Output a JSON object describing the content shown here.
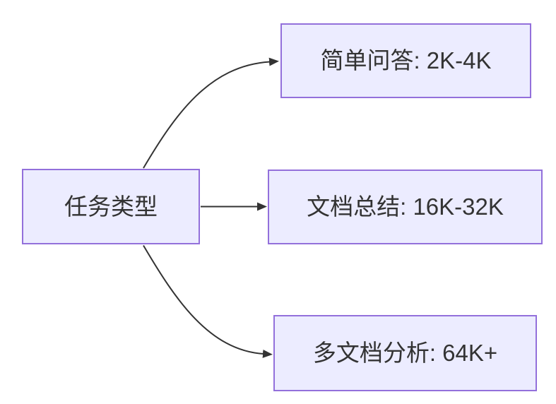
{
  "diagram": {
    "type": "flowchart",
    "direction": "left-to-right",
    "root": {
      "label": "任务类型"
    },
    "branches": [
      {
        "label": "简单问答: 2K-4K"
      },
      {
        "label": "文档总结: 16K-32K"
      },
      {
        "label": "多文档分析: 64K+"
      }
    ]
  },
  "colors": {
    "background": "#ffffff",
    "node_fill": "#ececff",
    "node_border": "#9370db",
    "arrow": "#333333",
    "text": "#333333"
  }
}
